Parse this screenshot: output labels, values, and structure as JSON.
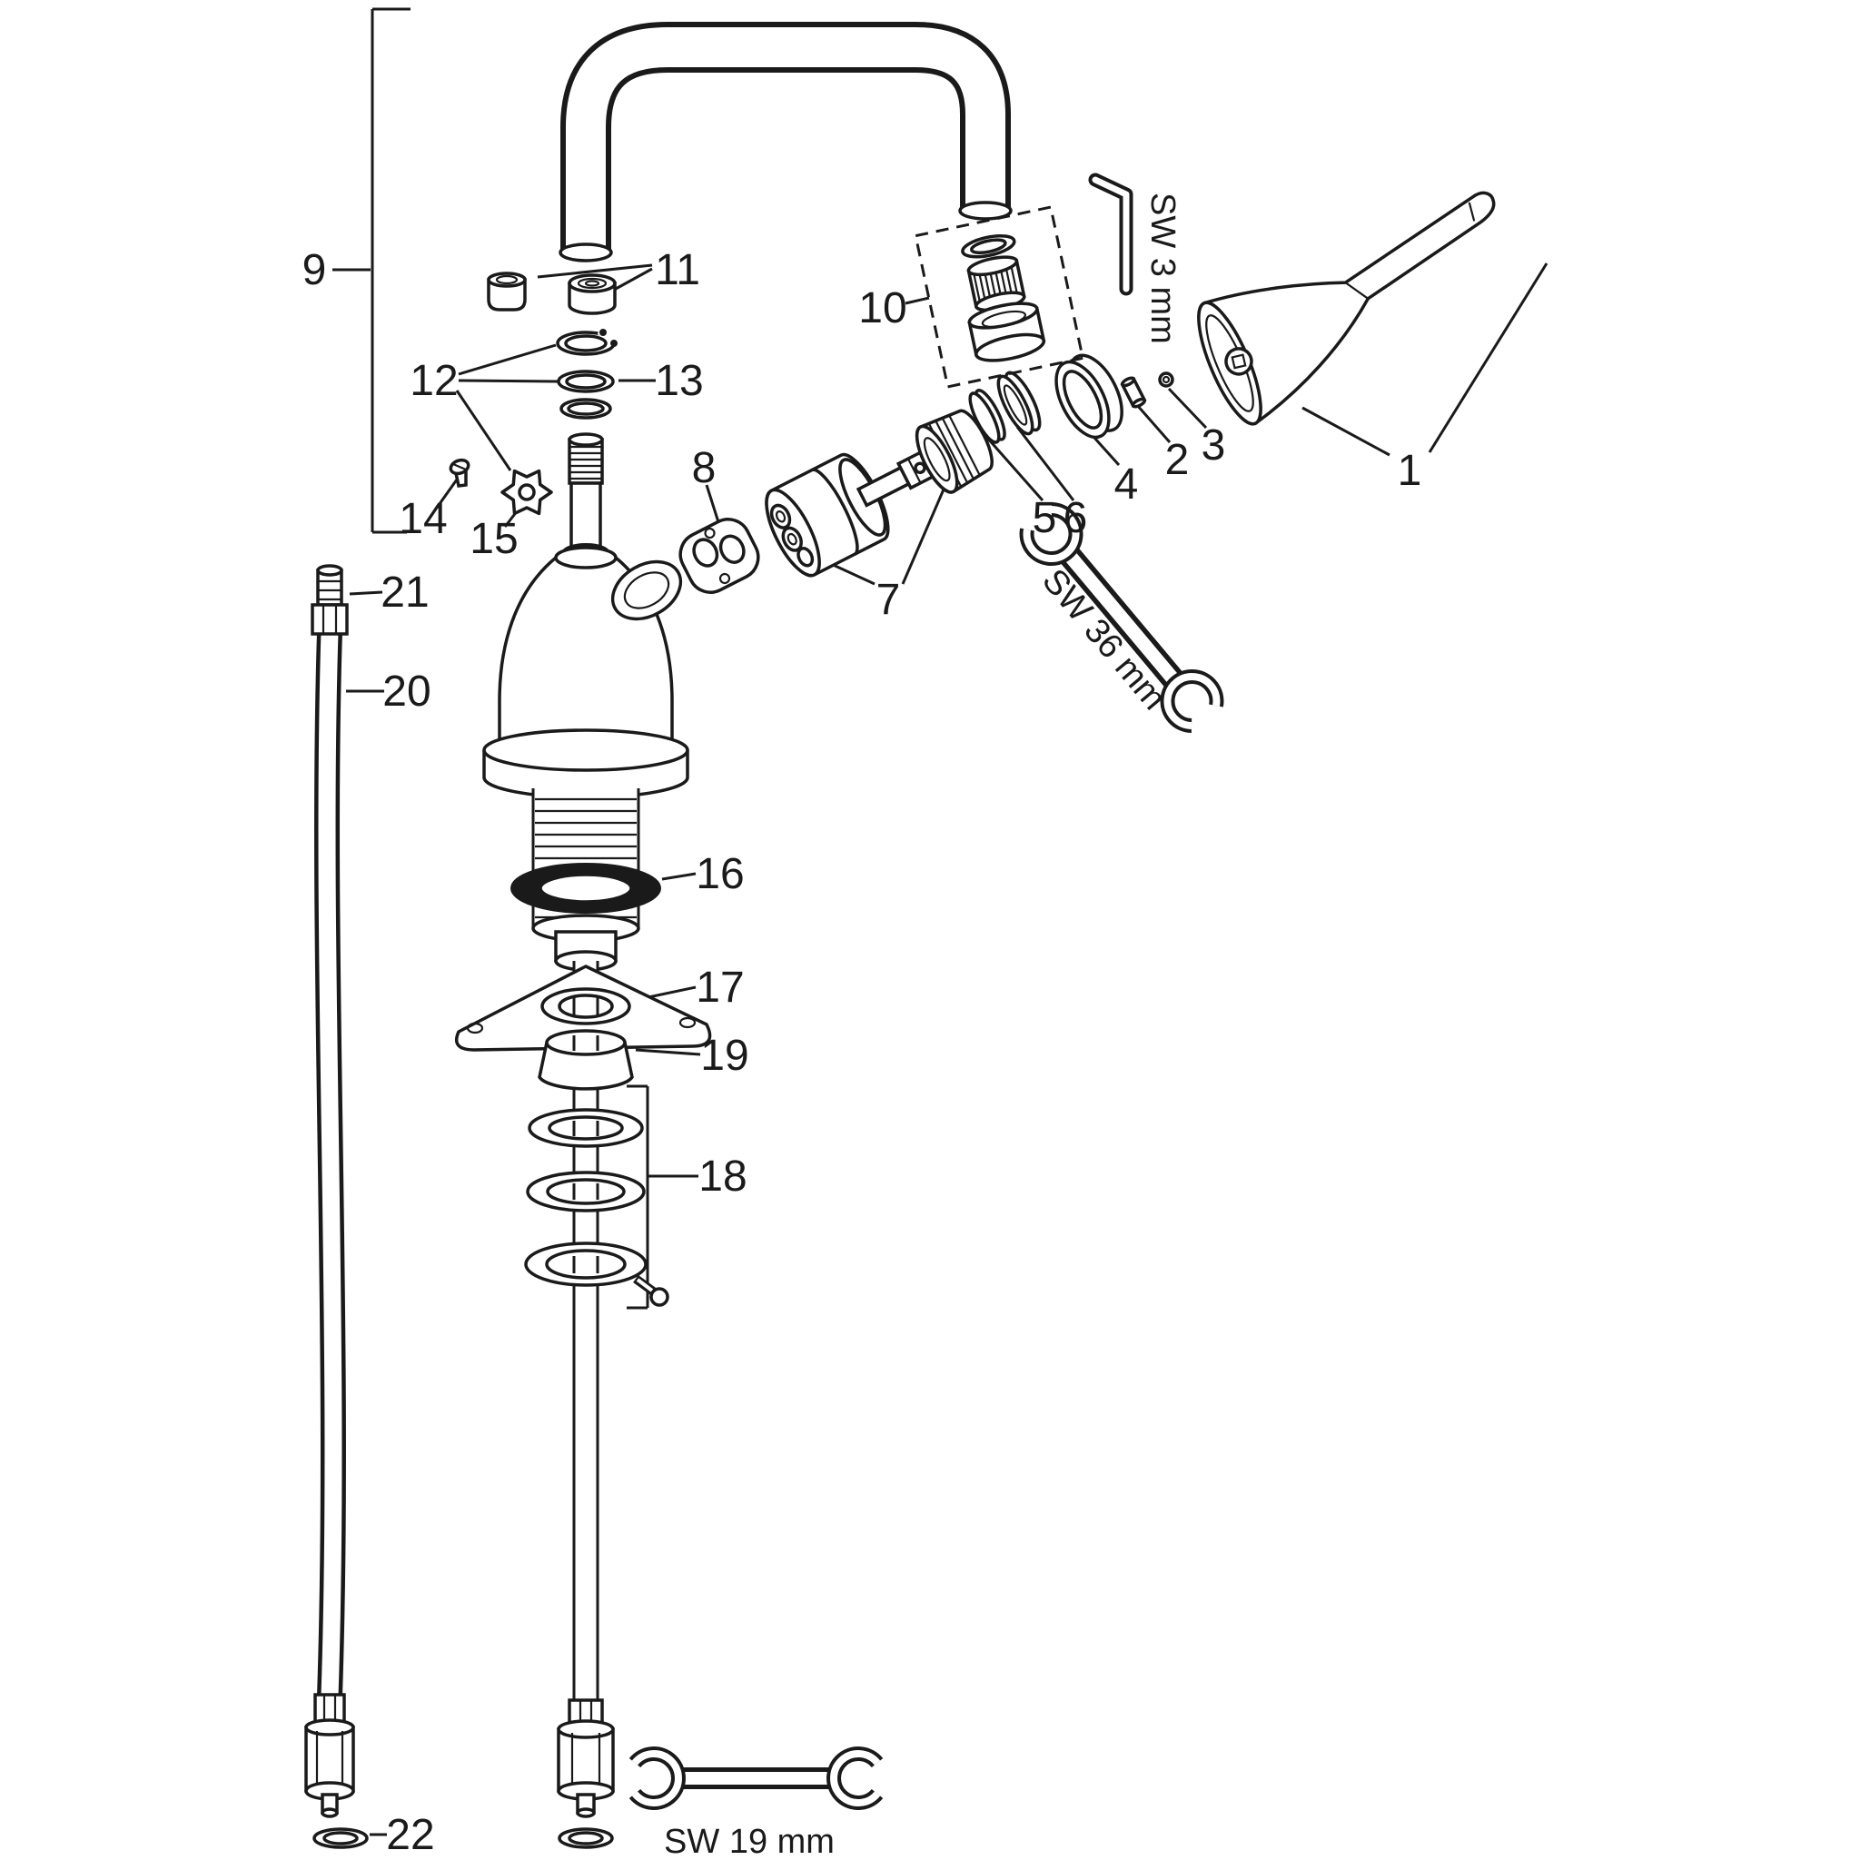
{
  "diagram": {
    "background_color": "#ffffff",
    "line_color": "#1a1a1a",
    "part_labels": {
      "1": "1",
      "2": "2",
      "3": "3",
      "4": "4",
      "5": "5",
      "6": "6",
      "7": "7",
      "8": "8",
      "9": "9",
      "10": "10",
      "11": "11",
      "12": "12",
      "13": "13",
      "14": "14",
      "15": "15",
      "16": "16",
      "17": "17",
      "18": "18",
      "19": "19",
      "20": "20",
      "21": "21",
      "22": "22"
    },
    "tool_labels": {
      "hex_key": "SW 3 mm",
      "large_wrench": "SW 36 mm",
      "small_wrench": "SW 19 mm"
    }
  }
}
